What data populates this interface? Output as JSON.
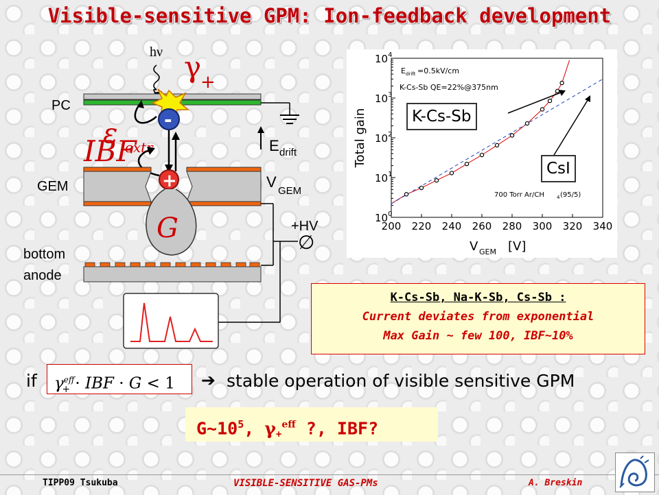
{
  "slide": {
    "title": "Visible-sensitive GPM: Ion-feedback development"
  },
  "diagram": {
    "photon_label": "hν",
    "gamma_plus": "γ",
    "gamma_sub": "+",
    "pc_label": "PC",
    "epsilon_label": "ε",
    "epsilon_sub": "extr",
    "ibf_label": "IBF",
    "electron_symbol": "-",
    "ion_symbol": "+",
    "edrift_label": "E",
    "edrift_sub": "drift",
    "gem_label": "GEM",
    "vgem_label": "V",
    "vgem_sub": "GEM",
    "gain_label": "G",
    "hv_label": "+HV",
    "hv_symbol": "∅",
    "anode_label_1": "bottom",
    "anode_label_2": "anode"
  },
  "chart_data": {
    "type": "scatter",
    "xlabel": "V",
    "xlabel_sub": "GEM",
    "xlabel_unit": "[V]",
    "ylabel": "Total gain",
    "xlim": [
      200,
      340
    ],
    "ylim_log10": [
      0,
      4
    ],
    "x_ticks": [
      "200",
      "220",
      "240",
      "260",
      "280",
      "300",
      "320",
      "340"
    ],
    "y_ticks": [
      {
        "base": "10",
        "exp": "0"
      },
      {
        "base": "10",
        "exp": "1"
      },
      {
        "base": "10",
        "exp": "2"
      },
      {
        "base": "10",
        "exp": "3"
      },
      {
        "base": "10",
        "exp": "4"
      }
    ],
    "annotations": {
      "edrift": "E",
      "edrift_sub": "drift",
      "edrift_value": "=0.5kV/cm",
      "qe": "K-Cs-Sb QE=22%@375nm",
      "gas": "700 Torr Ar/CH",
      "gas_sub": "4",
      "gas_tail": " (95/5)"
    },
    "series": [
      {
        "name": "K-Cs-Sb",
        "x": [
          210,
          220,
          230,
          240,
          250,
          260,
          270,
          280,
          290,
          300,
          305,
          310,
          313
        ],
        "y": [
          3.8,
          5.5,
          8.5,
          13,
          22,
          37,
          65,
          115,
          230,
          520,
          850,
          1500,
          2400
        ]
      },
      {
        "name": "CsI",
        "x": [
          200,
          340
        ],
        "y": [
          2.2,
          3000
        ]
      }
    ]
  },
  "callouts": {
    "kcssb": "K-Cs-Sb",
    "csi": "CsI"
  },
  "info": {
    "line1": "K-Cs-Sb, Na-K-Sb, Cs-Sb :",
    "line2": "Current deviates from exponential",
    "line3": "Max Gain ~ few 100, IBF~10%"
  },
  "condition": {
    "if_label": "if",
    "formula": "γ+eff · IBF · G < 1",
    "arrow": "➔",
    "conclusion": "stable operation of visible sensitive GPM"
  },
  "result": {
    "g_text": "G~10",
    "g_exp": "5",
    "sep1": ", ",
    "gamma": "γ",
    "gamma_sub": "+",
    "gamma_sup": "eff",
    "q1": " ?, IBF?"
  },
  "footer": {
    "left": "TIPP09 Tsukuba",
    "center": "VISIBLE-SENSITIVE GAS-PMs",
    "right": "A. Breskin"
  },
  "colors": {
    "title": "#c0000a",
    "accent_red": "#cc0000",
    "info_bg": "#fffccf",
    "pc_green": "#2fb52f",
    "gem_orange": "#ee6611",
    "fit_blue": "#1f3fbf"
  }
}
